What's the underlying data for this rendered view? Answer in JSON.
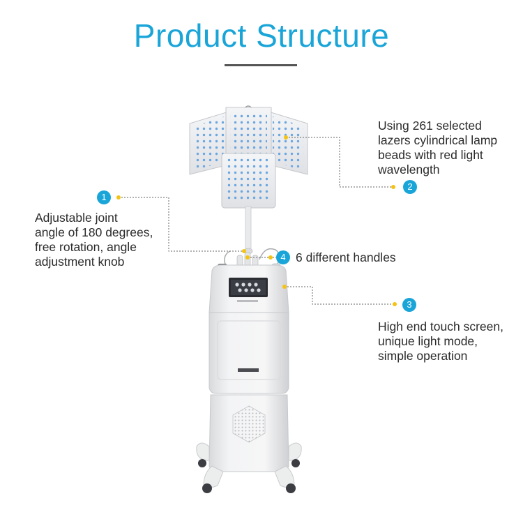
{
  "title": "Product Structure",
  "callouts": [
    {
      "number": "1",
      "text_lines": [
        "Adjustable joint",
        "angle of 180 degrees,",
        "free rotation, angle",
        "adjustment knob"
      ]
    },
    {
      "number": "2",
      "text_lines": [
        "Using 261 selected",
        "lazers cylindrical lamp",
        "beads with red light",
        "wavelength"
      ]
    },
    {
      "number": "3",
      "text_lines": [
        "High end touch screen,",
        "unique light mode,",
        "simple operation"
      ]
    },
    {
      "number": "4",
      "text_lines": [
        "6 different handles"
      ]
    }
  ],
  "colors": {
    "accent": "#1aa5d8",
    "dot": "#f3c315",
    "rule": "#555555"
  }
}
